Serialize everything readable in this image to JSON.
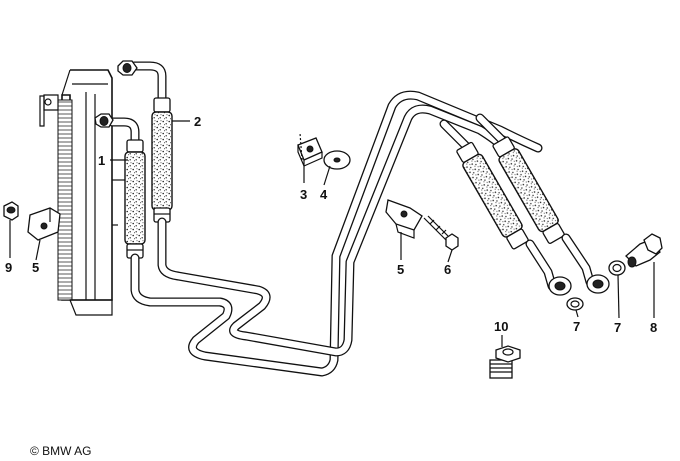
{
  "callouts": [
    {
      "id": "c1",
      "label": "1"
    },
    {
      "id": "c2",
      "label": "2"
    },
    {
      "id": "c3",
      "label": "3"
    },
    {
      "id": "c4",
      "label": "4"
    },
    {
      "id": "c5a",
      "label": "5"
    },
    {
      "id": "c5b",
      "label": "5"
    },
    {
      "id": "c6",
      "label": "6"
    },
    {
      "id": "c7a",
      "label": "7"
    },
    {
      "id": "c7b",
      "label": "7"
    },
    {
      "id": "c8",
      "label": "8"
    },
    {
      "id": "c9",
      "label": "9"
    },
    {
      "id": "c10",
      "label": "10"
    }
  ],
  "copyright": "© BMW AG"
}
